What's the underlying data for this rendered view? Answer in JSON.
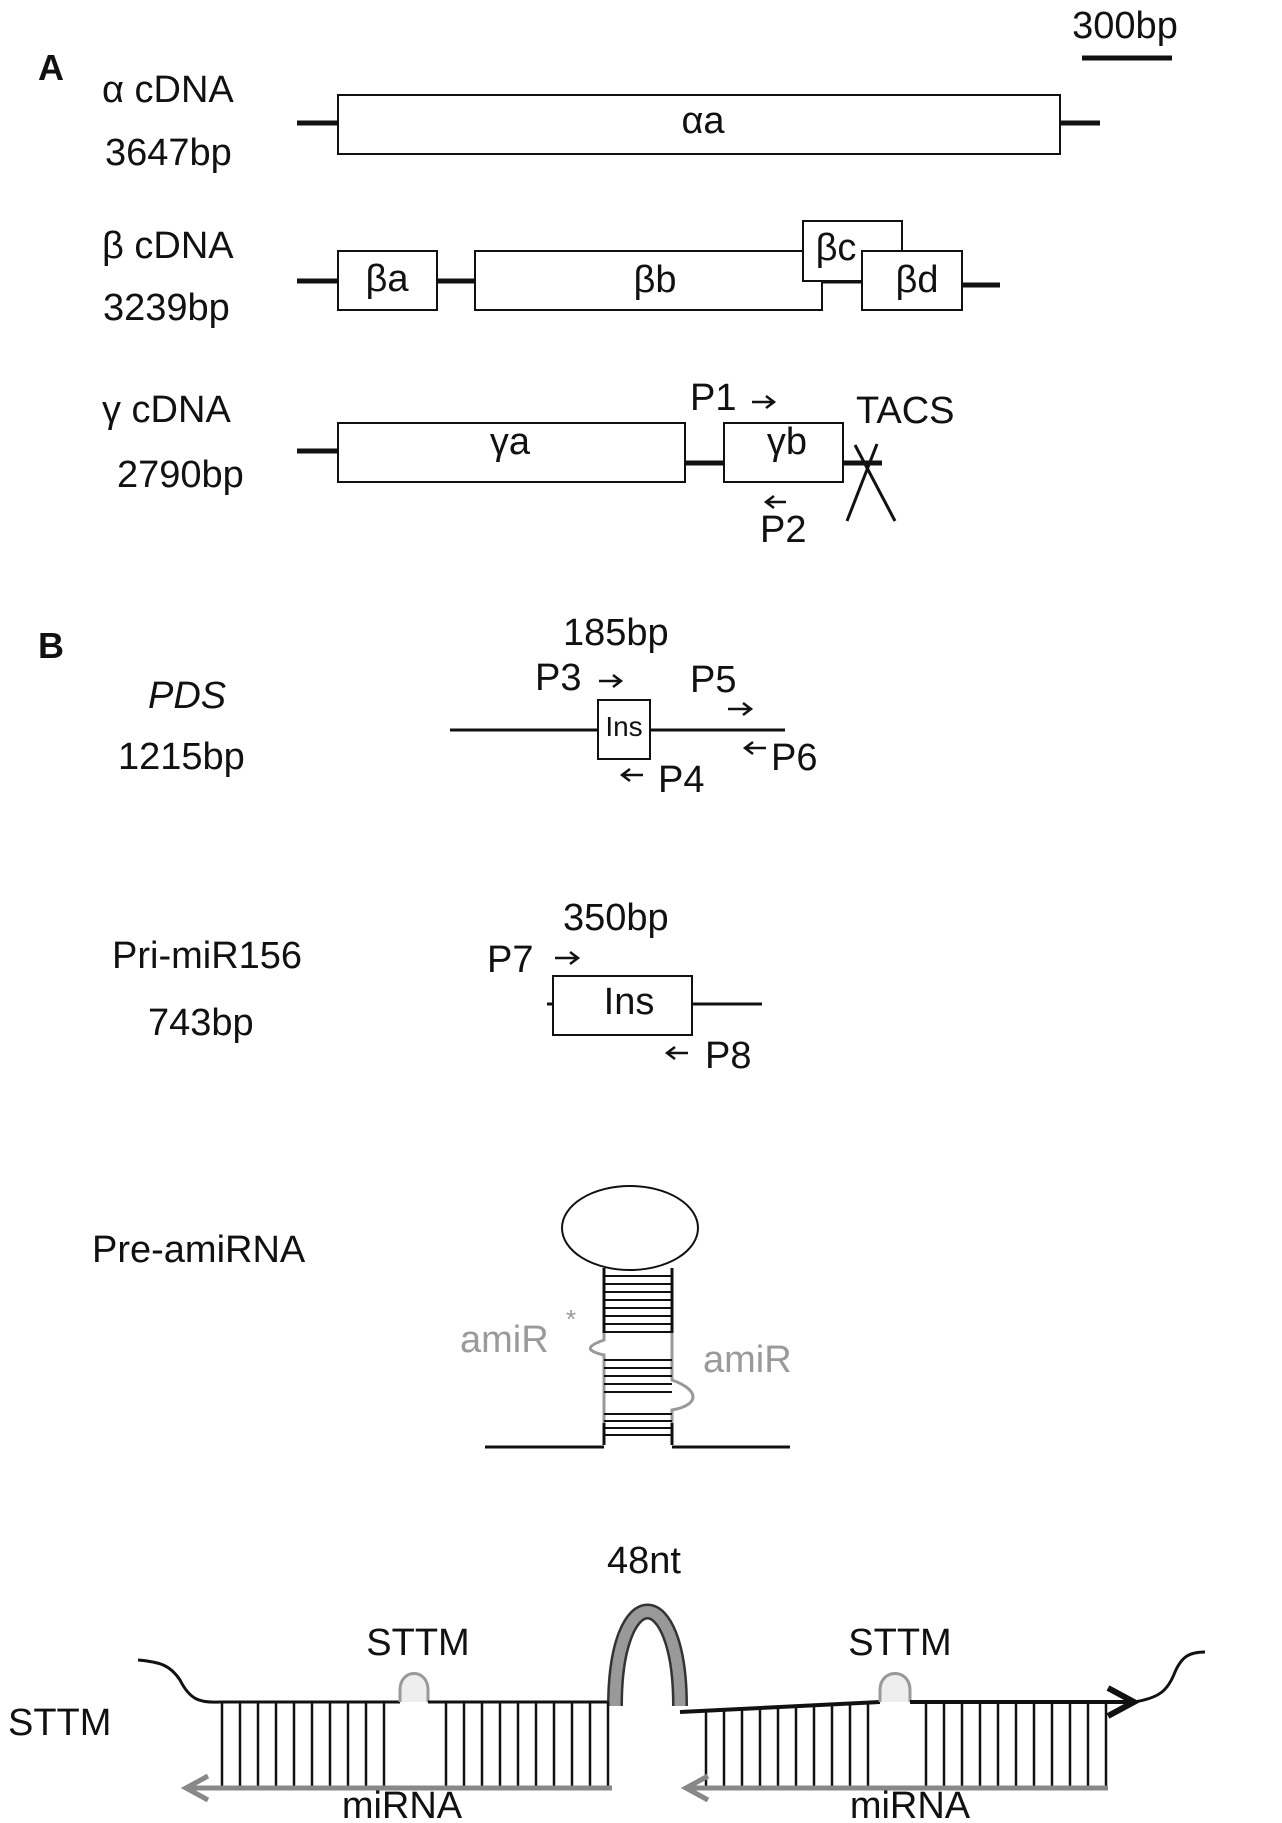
{
  "scale_bar": "300bp",
  "panel_a": {
    "label": "A",
    "alpha": {
      "name": "α cDNA",
      "length": "3647bp",
      "segments": [
        "αa"
      ]
    },
    "beta": {
      "name": "β cDNA",
      "length": "3239bp",
      "segments": [
        "βa",
        "βb",
        "βc",
        "βd"
      ]
    },
    "gamma": {
      "name": "γ cDNA",
      "length": "2790bp",
      "segments": [
        "γa",
        "γb"
      ],
      "primers": [
        "P1",
        "P2"
      ],
      "tacs": "TACS"
    }
  },
  "panel_b": {
    "label": "B",
    "pds": {
      "name": "PDS",
      "length": "1215bp",
      "insert_size": "185bp",
      "insert": "Ins",
      "primers": [
        "P3",
        "P4",
        "P5",
        "P6"
      ]
    },
    "pri_mir156": {
      "name": "Pri-miR156",
      "length": "743bp",
      "insert_size": "350bp",
      "insert": "Ins",
      "primers": [
        "P7",
        "P8"
      ]
    },
    "pre_amirna": {
      "name": "Pre-amiRNA",
      "star_label": "amiR",
      "star_mark": "*",
      "mature_label": "amiR"
    },
    "sttm": {
      "name": "STTM",
      "spacer": "48nt",
      "bulge_left": "STTM",
      "bulge_right": "STTM",
      "mirna_left": "miRNA",
      "mirna_right": "miRNA"
    }
  }
}
